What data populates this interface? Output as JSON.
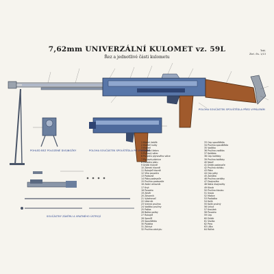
{
  "sheet": {
    "title": "7,62mm UNIVERZÁLNÍ KULOMET vz. 59L",
    "subtitle": "Řez a jednotlivé části kulometu",
    "corner_note": [
      "Tabl.",
      "Zbrl. čís. 1/13"
    ],
    "captions": {
      "bipod_view": "POHLED BEZ POLOZENÉ DVOJNOŽKY",
      "trigger_view": "POLOHA SOUČÁSTEK SPOUŠTĚDLA PO VYPÁLENÍ",
      "feed_view": "POLOHA SOUČÁSTEK SPOUŠTĚDLA PŘED VYPÁLENÍM",
      "parts_view": "SOUČÁSTKY ZÁVĚRU A VRATNÉHO ÚSTROJÍ"
    }
  },
  "legend": {
    "col1": [
      "1 Hlavní žebřík",
      "2 Hlaveň kulky",
      "3 Hlaveň",
      "4 Chladicí žebra",
      "5 Plynový válec",
      "6 Pouzdro plynového válce",
      "7 Plynová pístnice",
      "8 Pouzdro pístu",
      "9 Držák hlavně",
      "10 Zámek hlavně",
      "11 Rukojeť hlavně",
      "12 Víko pouzdra",
      "13 Podavač",
      "14 Páka podavače",
      "15 Pružina podavače",
      "16 Zadní ohlazník",
      "17 Kryt",
      "18 Pouzdro",
      "19 Závěr",
      "20 Závorník",
      "21 Vytahovač",
      "22 Úderník",
      "23 Vratná pružina",
      "24 Vodítko pružiny",
      "25 Pažba",
      "26 Botka pažby",
      "27 Rukojeť",
      "28 Spoušť",
      "29 Spouštědlo",
      "30 Pojistka",
      "31 Záchyt",
      "32 Pružina záchytu"
    ],
    "col2": [
      "33 Čep spouštědla",
      "34 Pružina spouštědla",
      "35 Vodítko",
      "36 Pružina vodítka",
      "37 Kolébka",
      "38 Čep kolébky",
      "39 Pružina kolébky",
      "40 Nosič",
      "41 Držák podavače",
      "42 Pružina držáku",
      "43 Páka",
      "44 Čep páky",
      "45 Zarážka",
      "46 Pružina zarážky",
      "47 Dvojnožka",
      "48 Noha dvojnožky",
      "49 Kloub",
      "50 Pružina kloubu",
      "51 Šroub",
      "52 Matice",
      "53 Podložka",
      "54 Kolík",
      "55 Kolík pružný",
      "56 Úchyt",
      "57 Kroužek",
      "58 Pouzdro",
      "59 Čep",
      "60 Držák",
      "61 Vložka",
      "62 Pero",
      "63 Lišta",
      "64 Ráček"
    ]
  }
}
